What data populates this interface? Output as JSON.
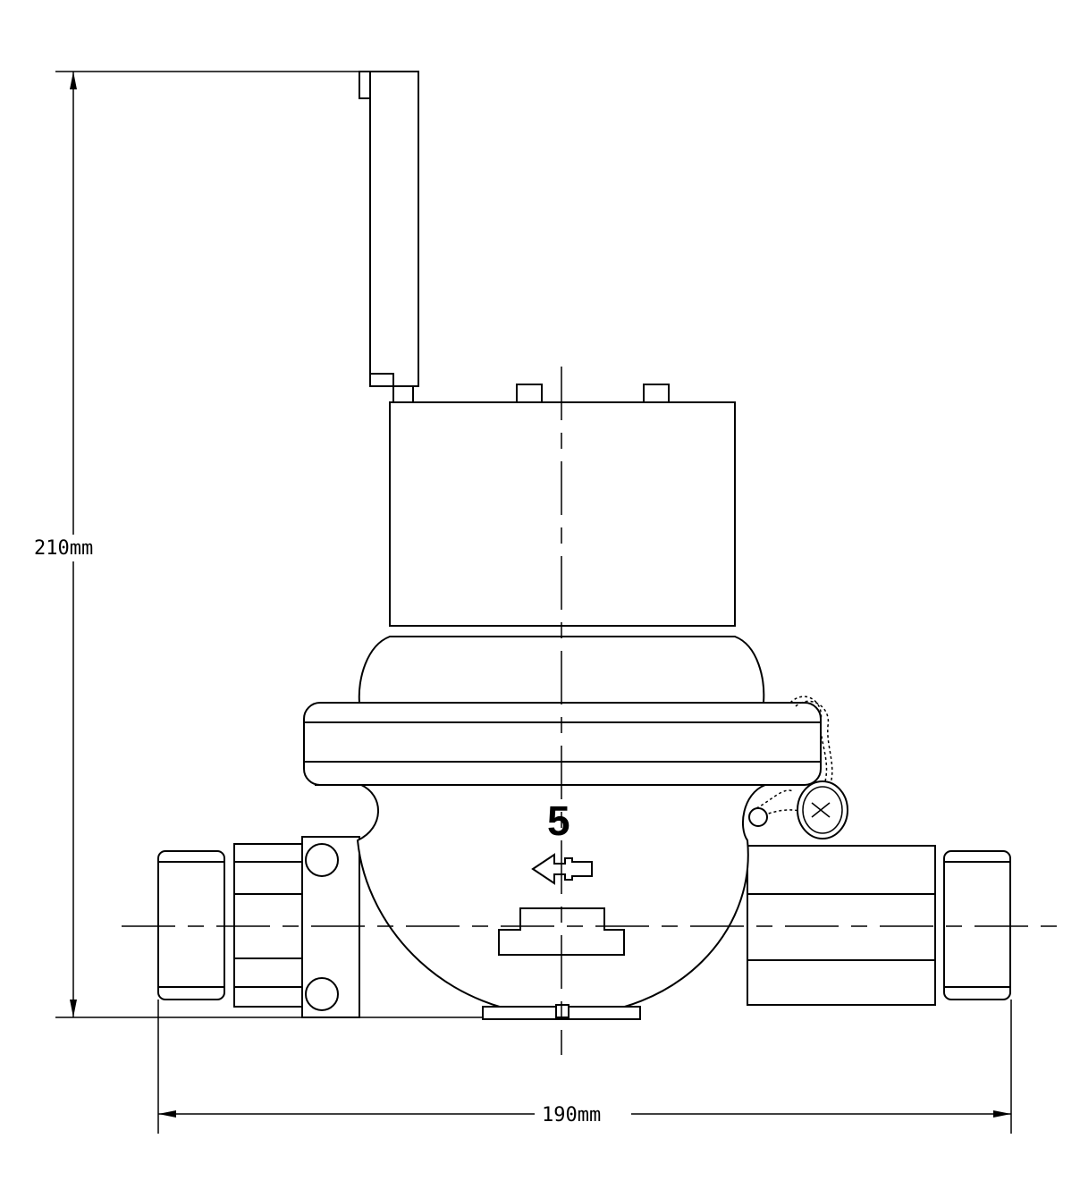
{
  "dimensions": {
    "height_label": "210mm",
    "width_label": "190mm"
  },
  "body_mark": "5",
  "icons": {
    "flow_arrow": "flow-direction-arrow-icon",
    "seal_tag": "seal-tag-icon",
    "chain": "seal-chain-icon"
  }
}
